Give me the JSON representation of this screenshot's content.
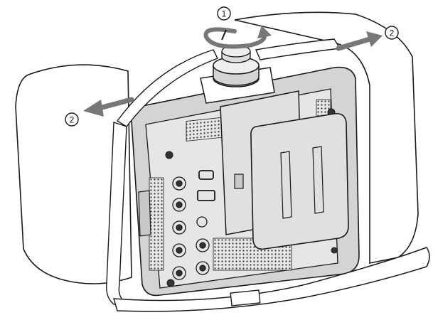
{
  "callouts": {
    "step1": "1",
    "step2_right": "2",
    "step2_left": "2"
  },
  "colors": {
    "line": "#1a1a1a",
    "case_fill": "#ffffff",
    "monitor_fill": "#d4d4d4",
    "panel_fill": "#e6e6e6",
    "shadow_fill": "#b3b3b3",
    "battery_fill": "#e0e0e0",
    "arrow_fill": "#777777"
  }
}
